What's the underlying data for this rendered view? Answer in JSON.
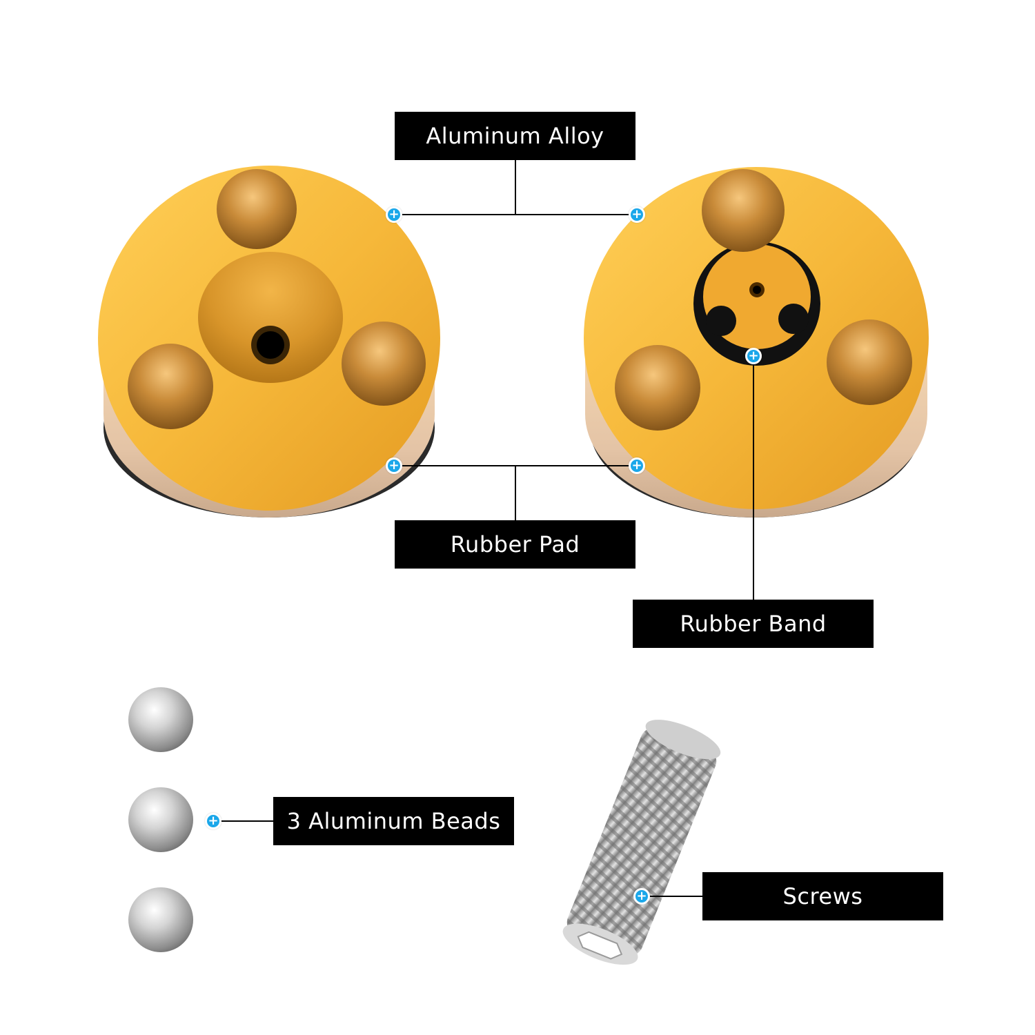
{
  "labels": {
    "aluminum_alloy": "Aluminum Alloy",
    "rubber_pad": "Rubber Pad",
    "rubber_band": "Rubber Band",
    "beads": "3 Aluminum Beads",
    "screws": "Screws"
  },
  "colors": {
    "label_bg": "#000000",
    "label_text": "#ffffff",
    "marker": "#1aa7ea",
    "gold": "#f0b43a",
    "gold_light": "#ffd36a",
    "bronze": "#b07a2c",
    "steel": "#b8b8b8"
  }
}
